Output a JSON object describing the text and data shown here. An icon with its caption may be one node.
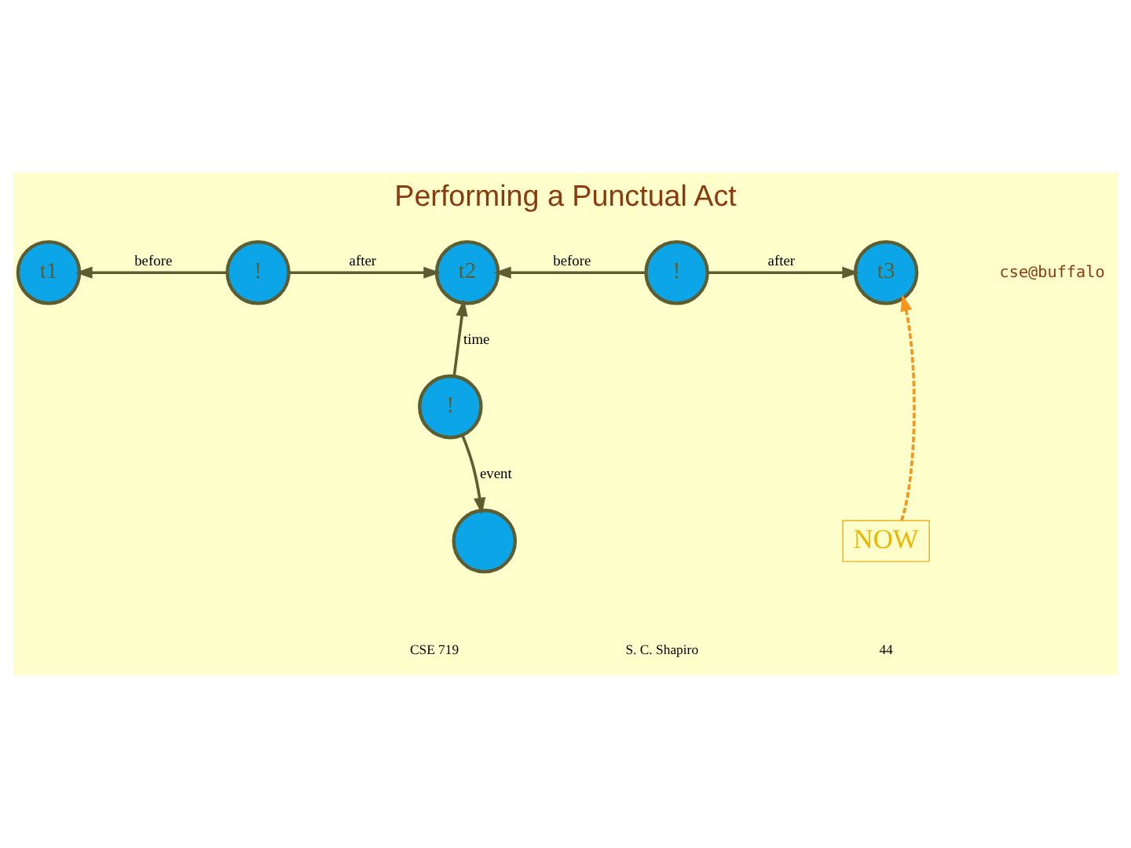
{
  "diagram": {
    "title": "Performing a Punctual Act",
    "nodes": [
      {
        "text": [
          "t1"
        ]
      },
      {
        "text": [
          "!"
        ]
      },
      {
        "text": [
          "t2"
        ]
      },
      {
        "text": [
          "!"
        ]
      },
      {
        "text": [
          "t3"
        ]
      },
      {
        "text": [
          "!"
        ]
      },
      {
        "text": [],
        "shape": "circle"
      },
      {
        "text": [
          "NOW"
        ]
      }
    ],
    "edges": [
      {
        "from": 1,
        "to": 0,
        "arrow": "to",
        "label": "before"
      },
      {
        "from": 1,
        "to": 2,
        "arrow": "to",
        "label": "after"
      },
      {
        "from": 3,
        "to": 2,
        "arrow": "to",
        "label": "before"
      },
      {
        "from": 3,
        "to": 4,
        "arrow": "to",
        "label": "after"
      },
      {
        "from": 5,
        "to": 2,
        "arrow": "to",
        "label": "time"
      },
      {
        "from": 5,
        "to": 6,
        "arrow": "to",
        "label": "event"
      },
      {
        "from": 7,
        "to": 4,
        "arrow": "to",
        "style": "dashed",
        "color": "#f7941d"
      }
    ],
    "labels": [
      "cse@buffalo",
      "CSE 719",
      "S. C. Shapiro",
      "44"
    ]
  }
}
